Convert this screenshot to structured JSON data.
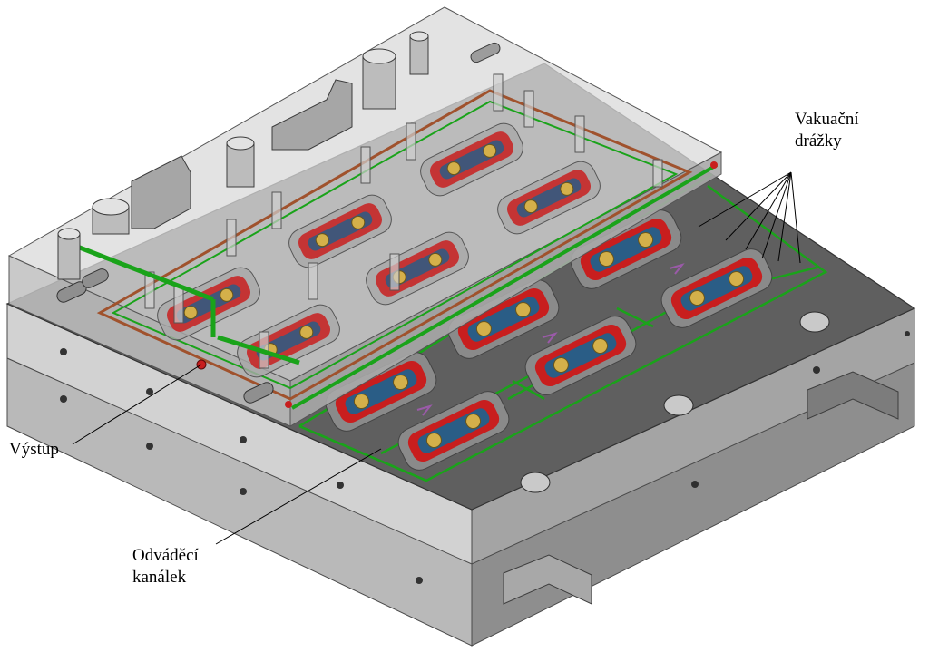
{
  "labels": {
    "vakuacni_line1": "Vakuační",
    "vakuacni_line2": "drážky",
    "vystup": "Výstup",
    "odvadeci_line1": "Odváděcí",
    "odvadeci_line2": "kanálek"
  },
  "colors": {
    "background": "#ffffff",
    "plate_top": "#5f5f5f",
    "plate_side_light": "#c8c8c8",
    "plate_side_dark": "#9a9a9a",
    "cover_glass": "#d9d9d9",
    "vacuum_groove": "#1aa31a",
    "seal_red": "#c81e1e",
    "cavity_blue": "#2a5d86",
    "pin_gold": "#d4b04a",
    "channel_copper": "#a0522d",
    "connector_purple": "#9a5aa8",
    "leader_line": "#000000"
  }
}
